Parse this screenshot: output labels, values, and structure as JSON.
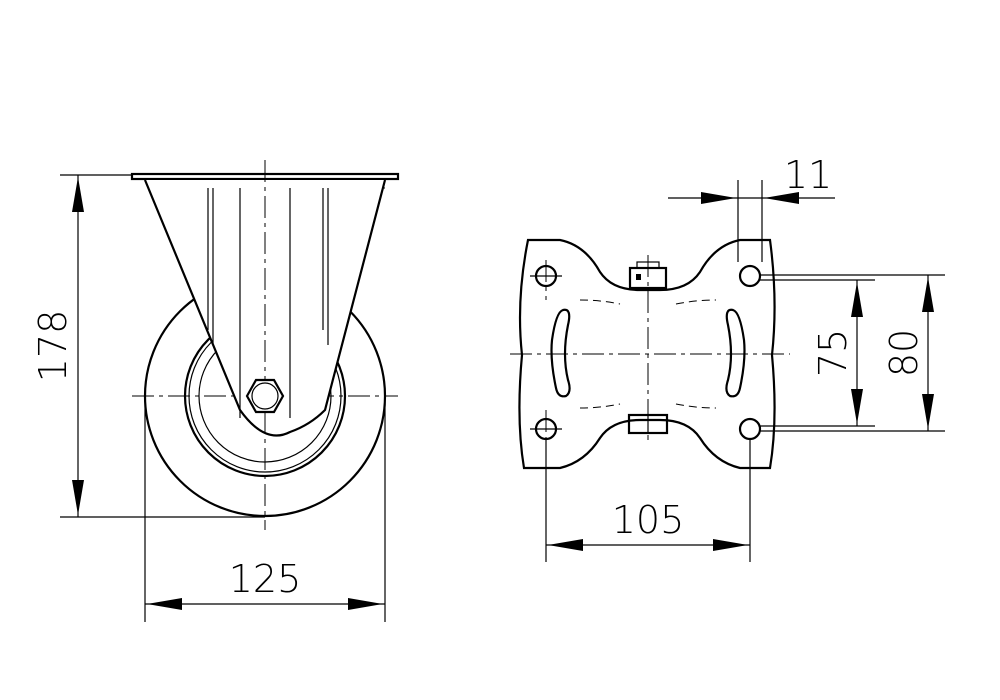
{
  "drawing": {
    "side_view": {
      "height_dim": "178",
      "wheel_diameter_dim": "125"
    },
    "plate_view": {
      "bolt_hole_dim": "11",
      "hole_spacing_short_dim": "75",
      "hole_spacing_long_dim": "80",
      "hole_spacing_width_dim": "105"
    },
    "line_color": "#000000",
    "background": "#ffffff"
  }
}
